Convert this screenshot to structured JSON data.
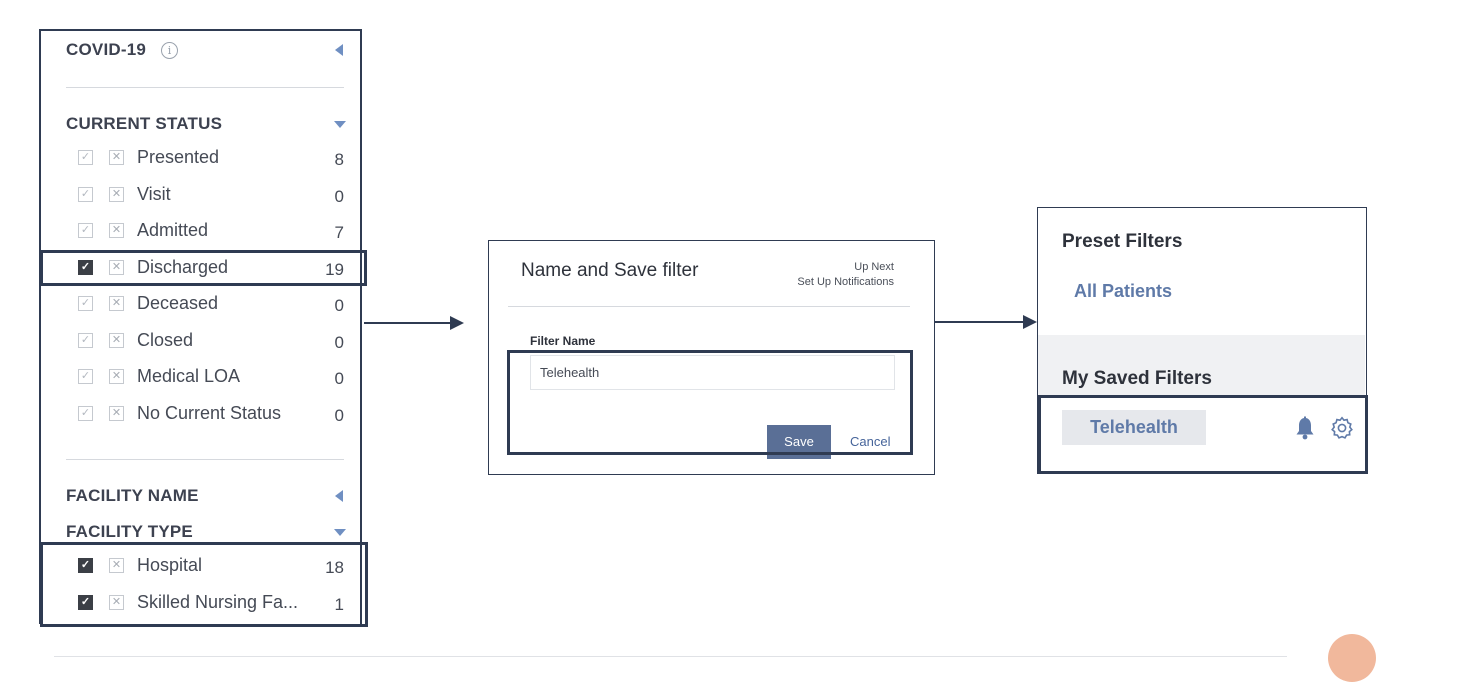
{
  "filter_panel": {
    "covid_title": "COVID-19",
    "info_glyph": "i",
    "current_status_title": "CURRENT STATUS",
    "status_items": [
      {
        "label": "Presented",
        "count": "8",
        "checked": false
      },
      {
        "label": "Visit",
        "count": "0",
        "checked": false
      },
      {
        "label": "Admitted",
        "count": "7",
        "checked": false
      },
      {
        "label": "Discharged",
        "count": "19",
        "checked": true
      },
      {
        "label": "Deceased",
        "count": "0",
        "checked": false
      },
      {
        "label": "Closed",
        "count": "0",
        "checked": false
      },
      {
        "label": "Medical LOA",
        "count": "0",
        "checked": false
      },
      {
        "label": "No Current Status",
        "count": "0",
        "checked": false
      }
    ],
    "facility_name_title": "FACILITY NAME",
    "facility_type_title": "FACILITY TYPE",
    "facility_type_items": [
      {
        "label": "Hospital",
        "count": "18",
        "checked": true
      },
      {
        "label": "Skilled Nursing Fa...",
        "count": "1",
        "checked": true
      }
    ]
  },
  "dialog": {
    "title": "Name and Save filter",
    "up_next_label": "Up Next",
    "up_next_value": "Set Up Notifications",
    "filter_name_label": "Filter Name",
    "filter_name_value": "Telehealth",
    "save_label": "Save",
    "cancel_label": "Cancel"
  },
  "right_panel": {
    "preset_title": "Preset Filters",
    "preset_items": [
      "All Patients"
    ],
    "saved_title": "My Saved Filters",
    "saved_items": [
      "Telehealth"
    ]
  },
  "colors": {
    "frame": "#2f3b52",
    "accent_blue": "#5f7aa8",
    "save_button": "#5a6f96",
    "orange_dot": "#f1b89c"
  }
}
